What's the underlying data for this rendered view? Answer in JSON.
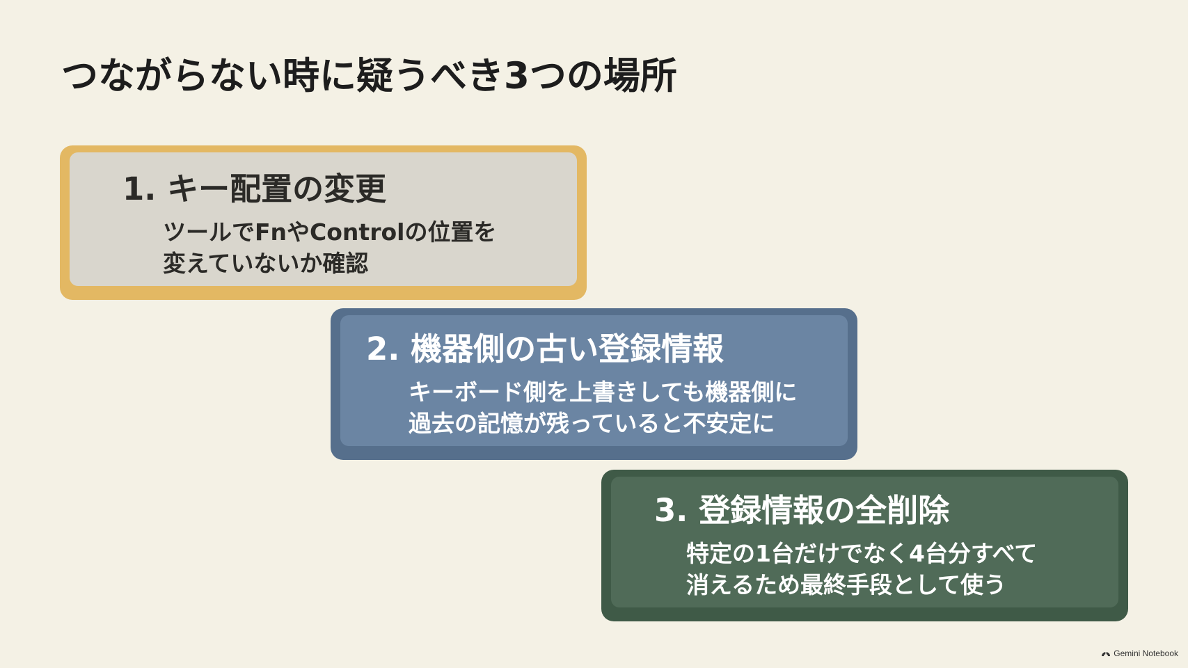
{
  "slide": {
    "title": "つながらない時に疑うべき3つの場所"
  },
  "cards": [
    {
      "heading": "1. キー配置の変更",
      "body_line1": "ツールでFnやControlの位置を",
      "body_line2": "変えていないか確認"
    },
    {
      "heading": "2. 機器側の古い登録情報",
      "body_line1": "キーボード側を上書きしても機器側に",
      "body_line2": "過去の記憶が残っていると不安定に"
    },
    {
      "heading": "3. 登録情報の全削除",
      "body_line1": "特定の1台だけでなく4台分すべて",
      "body_line2": "消えるため最終手段として使う"
    }
  ],
  "watermark": {
    "text": "Gemini Notebook",
    "icon": "gemini-notebook-logo-icon"
  },
  "colors": {
    "background": "#f4f1e5",
    "card1_border": "#e3b863",
    "card1_fill": "#d9d6cd",
    "card2_border": "#566f8c",
    "card2_fill": "#6b85a3",
    "card3_border": "#3f5a47",
    "card3_fill": "#506b58"
  }
}
